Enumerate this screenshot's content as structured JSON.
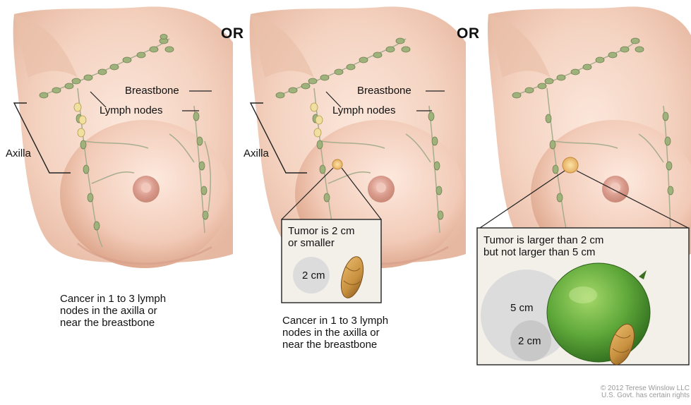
{
  "separators": {
    "or_1": "OR",
    "or_2": "OR"
  },
  "panels": [
    {
      "labels": {
        "breastbone": "Breastbone",
        "lymph_nodes": "Lymph nodes",
        "axilla": "Axilla"
      },
      "caption": "Cancer in 1 to 3 lymph\nnodes in the axilla or\nnear the breastbone"
    },
    {
      "labels": {
        "breastbone": "Breastbone",
        "lymph_nodes": "Lymph nodes",
        "axilla": "Axilla"
      },
      "inset": {
        "title": "Tumor is 2 cm\nor smaller",
        "circle_label": "2 cm"
      },
      "caption": "Cancer in 1 to 3 lymph\nnodes in the axilla or\nnear the breastbone"
    },
    {
      "inset": {
        "title": "Tumor is larger than 2 cm\nbut not larger than 5 cm",
        "big_circle_label": "5 cm",
        "small_circle_label": "2 cm"
      }
    }
  ],
  "copyright": "© 2012 Terese Winslow LLC\nU.S. Govt. has certain rights",
  "colors": {
    "skin": "#f4d2c0",
    "skin_shadow": "#e3b39c",
    "node": "#9fb27c",
    "vessel": "#a7ad8e",
    "lime": "#5fa83a",
    "peanut": "#c8913f"
  }
}
